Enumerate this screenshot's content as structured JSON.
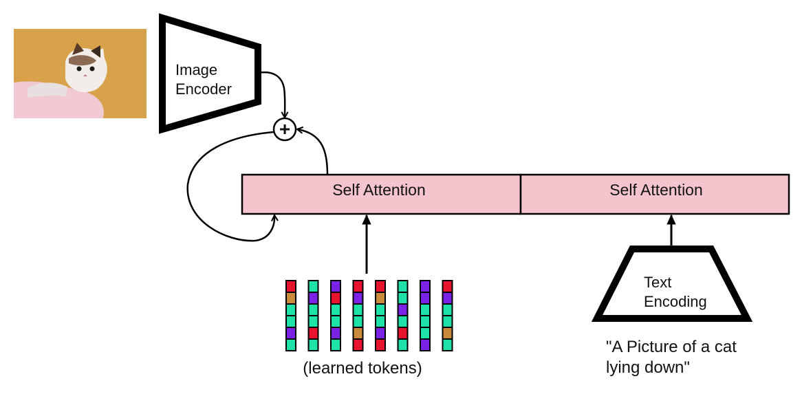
{
  "image_encoder": {
    "label_line1": "Image",
    "label_line2": "Encoder"
  },
  "add_symbol": "+",
  "attention_blocks": [
    {
      "label": "Self Attention"
    },
    {
      "label": "Self Attention"
    }
  ],
  "text_encoder": {
    "label_line1": "Text",
    "label_line2": "Encoding"
  },
  "prompt": {
    "line1": "\"A Picture of a cat",
    "line2": "lying down\""
  },
  "tokens": {
    "caption": "(learned tokens)",
    "colors": {
      "r": "#e8132c",
      "g": "#1ee2a8",
      "p": "#7a22e6",
      "o": "#c98a3c"
    },
    "columns": [
      [
        "r",
        "o",
        "g",
        "g",
        "p",
        "g"
      ],
      [
        "g",
        "p",
        "g",
        "g",
        "r",
        "g"
      ],
      [
        "p",
        "r",
        "g",
        "g",
        "p",
        "g"
      ],
      [
        "r",
        "p",
        "g",
        "g",
        "o",
        "r"
      ],
      [
        "r",
        "o",
        "g",
        "g",
        "p",
        "r"
      ],
      [
        "g",
        "g",
        "p",
        "g",
        "r",
        "g"
      ],
      [
        "p",
        "p",
        "g",
        "g",
        "g",
        "p"
      ],
      [
        "r",
        "p",
        "g",
        "g",
        "o",
        "g"
      ]
    ]
  },
  "colors": {
    "attention_fill": "#f5c5ce",
    "stroke": "#000000",
    "photo_background": "#d8a24a"
  }
}
